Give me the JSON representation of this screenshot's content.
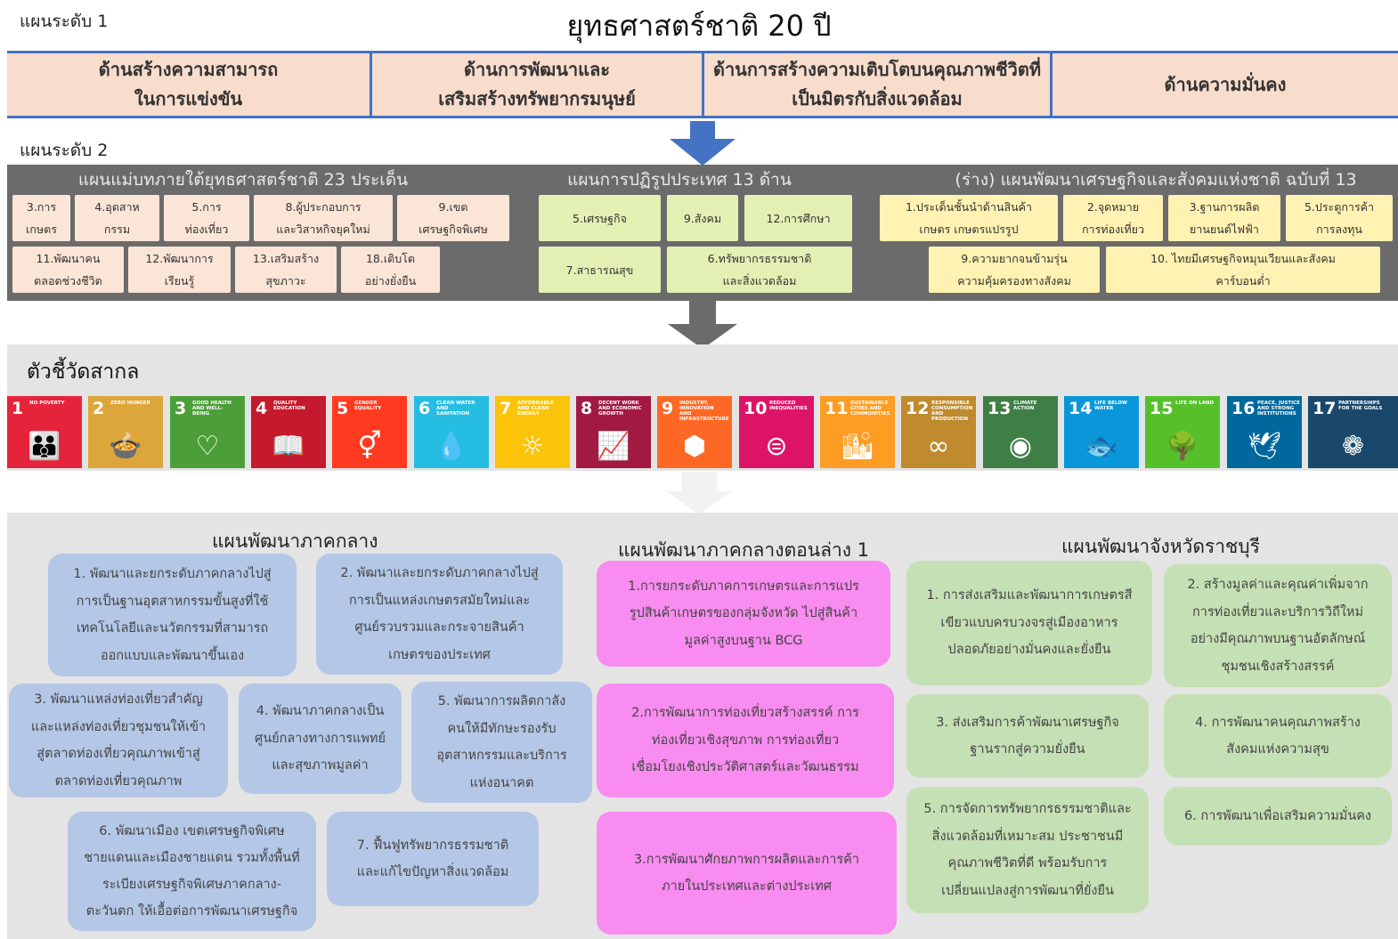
{
  "level1_label": "แผนระดับ 1",
  "title": "ยุทธศาสตร์ชาติ 20 ปี",
  "level1": [
    "ด้านสร้างความสามารถ\nในการแข่งขัน",
    "ด้านการพัฒนาและ\nเสริมสร้างทรัพยากรมนุษย์",
    "ด้านการสร้างความเติบโตบนคุณภาพชีวิตที่\nเป็นมิตรกับสิ่งแวดล้อม",
    "ด้านความมั่นคง"
  ],
  "level2_label": "แผนระดับ 2",
  "level2": {
    "master_plans": {
      "header": "แผนแม่บทภายใต้ยุทธศาสตร์ชาติ 23 ประเด็น",
      "row1": [
        "3.การ\nเกษตร",
        "4.อุตสาห\nกรรม",
        "5.การ\nท่องเที่ยว",
        "8.ผู้ประกอบการ\nและวิสาหกิจยุคใหม่",
        "9.เขต\nเศรษฐกิจพิเศษ"
      ],
      "row2": [
        "11.พัฒนาคน\nตลอดช่วงชีวิต",
        "12.พัฒนาการ\nเรียนรู้",
        "13.เสริมสร้าง\nสุขภาวะ",
        "18.เติบโต\nอย่างยั่งยืน"
      ]
    },
    "reform": {
      "header": "แผนการปฏิรูปประเทศ 13 ด้าน",
      "row1": [
        "5.เศรษฐกิจ",
        "9.สังคม",
        "12.การศึกษา"
      ],
      "row2": [
        "7.สาธารณสุข",
        "6.ทรัพยากรธรรมชาติ\nและสิ่งแวดล้อม"
      ]
    },
    "nesdp": {
      "header": "(ร่าง) แผนพัฒนาเศรษฐกิจและสังคมแห่งชาติ ฉบับที่ 13",
      "row1": [
        "1.ประเด็นชั้นนำด้านสินค้า\nเกษตร เกษตรแปรรูป",
        "2.จุดหมาย\nการท่องเที่ยว",
        "3.ฐานการผลิต\nยานยนต์ไฟฟ้า",
        "5.ประตูการค้า\nการลงทุน"
      ],
      "row2": [
        "9.ความยากจนข้ามรุ่น\nความคุ้มครองทางสังคม",
        "10. ไทยมีเศรษฐกิจหมุนเวียนและสังคม\nคาร์บอนต่ำ"
      ]
    }
  },
  "sdg_title": "ตัวชี้วัดสากล",
  "sdgs": [
    {
      "n": "1",
      "label": "NO POVERTY",
      "color": "#e5243b",
      "icon": "family-icon",
      "glyph": "👪"
    },
    {
      "n": "2",
      "label": "ZERO HUNGER",
      "color": "#dda63a",
      "icon": "bowl-icon",
      "glyph": "🍲"
    },
    {
      "n": "3",
      "label": "GOOD HEALTH AND WELL-BEING",
      "color": "#4c9f38",
      "icon": "heartbeat-icon",
      "glyph": "♡"
    },
    {
      "n": "4",
      "label": "QUALITY EDUCATION",
      "color": "#c5192d",
      "icon": "book-icon",
      "glyph": "📖"
    },
    {
      "n": "5",
      "label": "GENDER EQUALITY",
      "color": "#ff3a21",
      "icon": "gender-icon",
      "glyph": "⚥"
    },
    {
      "n": "6",
      "label": "CLEAN WATER AND SANITATION",
      "color": "#26bde2",
      "icon": "water-icon",
      "glyph": "💧"
    },
    {
      "n": "7",
      "label": "AFFORDABLE AND CLEAN ENERGY",
      "color": "#fcc30b",
      "icon": "sun-icon",
      "glyph": "☼"
    },
    {
      "n": "8",
      "label": "DECENT WORK AND ECONOMIC GROWTH",
      "color": "#a21942",
      "icon": "growth-chart-icon",
      "glyph": "📈"
    },
    {
      "n": "9",
      "label": "INDUSTRY, INNOVATION AND INFRASTRUCTURE",
      "color": "#fd6925",
      "icon": "cubes-icon",
      "glyph": "⬢"
    },
    {
      "n": "10",
      "label": "REDUCED INEQUALITIES",
      "color": "#dd1367",
      "icon": "equality-icon",
      "glyph": "⊜"
    },
    {
      "n": "11",
      "label": "SUSTAINABLE CITIES AND COMMUNITIES",
      "color": "#fd9d24",
      "icon": "city-icon",
      "glyph": "🏙"
    },
    {
      "n": "12",
      "label": "RESPONSIBLE CONSUMPTION AND PRODUCTION",
      "color": "#bf8b2e",
      "icon": "infinity-icon",
      "glyph": "∞"
    },
    {
      "n": "13",
      "label": "CLIMATE ACTION",
      "color": "#3f7e44",
      "icon": "earth-eye-icon",
      "glyph": "◉"
    },
    {
      "n": "14",
      "label": "LIFE BELOW WATER",
      "color": "#0a97d9",
      "icon": "fish-icon",
      "glyph": "🐟"
    },
    {
      "n": "15",
      "label": "LIFE ON LAND",
      "color": "#56c02b",
      "icon": "tree-icon",
      "glyph": "🌳"
    },
    {
      "n": "16",
      "label": "PEACE, JUSTICE AND STRONG INSTITUTIONS",
      "color": "#00689d",
      "icon": "dove-icon",
      "glyph": "🕊"
    },
    {
      "n": "17",
      "label": "PARTNERSHIPS FOR THE GOALS",
      "color": "#19486a",
      "icon": "partnership-icon",
      "glyph": "❁"
    }
  ],
  "central_plan": {
    "header": "แผนพัฒนาภาคกลาง",
    "items": [
      "1. พัฒนาและยกระดับภาคกลางไปสู่\nการเป็นฐานอุตสาหกรรมขั้นสูงที่ใช้\nเทคโนโลยีและนวัตกรรมที่สามารถ\nออกแบบและพัฒนาขึ้นเอง",
      "2. พัฒนาและยกระดับภาคกลางไปสู่\nการเป็นแหล่งเกษตรสมัยใหม่และ\nศูนย์รวบรวมและกระจายสินค้า\nเกษตรของประเทศ",
      "3. พัฒนาแหล่งท่องเที่ยวสำคัญ\nและแหล่งท่องเที่ยวชุมชนให้เข้า\nสู่ตลาดท่องเที่ยวคุณภาพเข้าสู่\nตลาดท่องเที่ยวคุณภาพ",
      "4. พัฒนาภาคกลางเป็น\nศูนย์กลางทางการแพทย์\nและสุขภาพมูลค่า",
      "5. พัฒนาการผลิตกาลัง\nคนให้มีทักษะรองรับ\nอุตสาหกรรมและบริการ\nแห่งอนาคต",
      "6. พัฒนาเมือง เขตเศรษฐกิจพิเศษ\nชายแดนและเมืองชายแดน รวมทั้งพื้นที่\nระเบียงเศรษฐกิจพิเศษภาคกลาง-\nตะวันตก ให้เอื้อต่อการพัฒนาเศรษฐกิจ",
      "7. ฟื้นฟูทรัพยากรธรรมชาติ\nและแก้ไขปัญหาสิ่งแวดล้อม"
    ]
  },
  "lower_central_plan": {
    "header": "แผนพัฒนาภาคกลางตอนล่าง 1",
    "items": [
      "1.การยกระดับภาคการเกษตรและการแปร\nรูปสินค้าเกษตรของกลุ่มจังหวัด ไปสู่สินค้า\nมูลค่าสูงบนฐาน BCG",
      "2.การพัฒนาการท่องเที่ยวสร้างสรรค์ การ\nท่องเที่ยวเชิงสุขภาพ การท่องเที่ยว\nเชื่อมโยงเชิงประวัติศาสตร์และวัฒนธรรม",
      "3.การพัฒนาศักยภาพการผลิตและการค้า\nภายในประเทศและต่างประเทศ"
    ]
  },
  "ratchaburi_plan": {
    "header": "แผนพัฒนาจังหวัดราชบุรี",
    "items": [
      "1. การส่งเสริมและพัฒนาการเกษตรสี\nเขียวแบบครบวงจรสู่เมืองอาหาร\nปลอดภัยอย่างมั่นคงและยั่งยืน",
      "2. สร้างมูลค่าและคุณค่าเพิ่มจาก\nการท่องเที่ยวและบริการวิถีใหม่\nอย่างมีคุณภาพบนฐานอัตลักษณ์\nชุมชนเชิงสร้างสรรค์",
      "3. ส่งเสริมการค้าพัฒนาเศรษฐกิจ\nฐานรากสู่ความยั่งยืน",
      "4. การพัฒนาคนคุณภาพสร้าง\nสังคมแห่งความสุข",
      "5. การจัดการทรัพยากรธรรมชาติและ\nสิ่งแวดล้อมที่เหมาะสม ประชาชนมี\nคุณภาพชีวิตที่ดี พร้อมรับการ\nเปลี่ยนแปลงสู่การพัฒนาที่ยั่งยืน",
      "6. การพัฒนาเพื่อเสริมความมั่นคง"
    ]
  },
  "colors": {
    "blue_arrow": "#4472c4",
    "gray_arrow": "#6b6b6b",
    "light_arrow": "#f2f2f2"
  }
}
